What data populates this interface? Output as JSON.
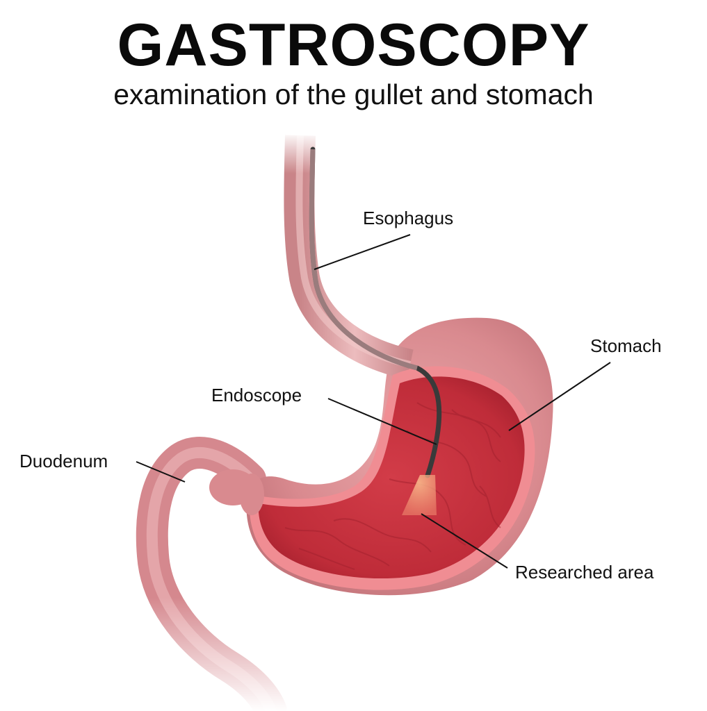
{
  "title": "GASTROSCOPY",
  "subtitle": "examination of the gullet and stomach",
  "labels": {
    "esophagus": "Esophagus",
    "stomach": "Stomach",
    "endoscope": "Endoscope",
    "duodenum": "Duodenum",
    "researched_area": "Researched area"
  },
  "colors": {
    "tissue_outer": "#d98a8f",
    "tissue_light": "#ecb4b6",
    "lining_inner": "#c8323e",
    "lining_rim": "#f08d93",
    "endoscope": "#3a3a3a",
    "light_cone": "#f7a07a"
  }
}
